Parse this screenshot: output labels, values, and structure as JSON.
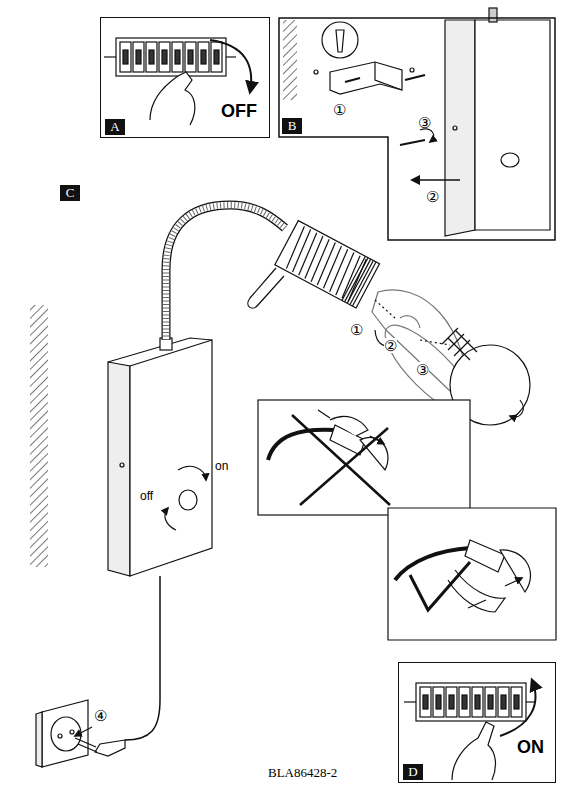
{
  "diagram": {
    "nodes": [
      {
        "text": [
          "OFF"
        ]
      },
      {
        "text": [
          "A"
        ],
        "in": 0
      },
      {
        "text": [
          "①",
          "③",
          "②"
        ]
      },
      {
        "text": [
          "B"
        ],
        "in": 2
      },
      {
        "text": [
          "C"
        ]
      },
      {
        "text": [
          "ON"
        ]
      },
      {
        "text": [
          "D"
        ],
        "in": 5
      }
    ],
    "labels": [
      "①",
      "②",
      "③",
      "on",
      "off",
      "④",
      "BLA86428-2"
    ]
  }
}
